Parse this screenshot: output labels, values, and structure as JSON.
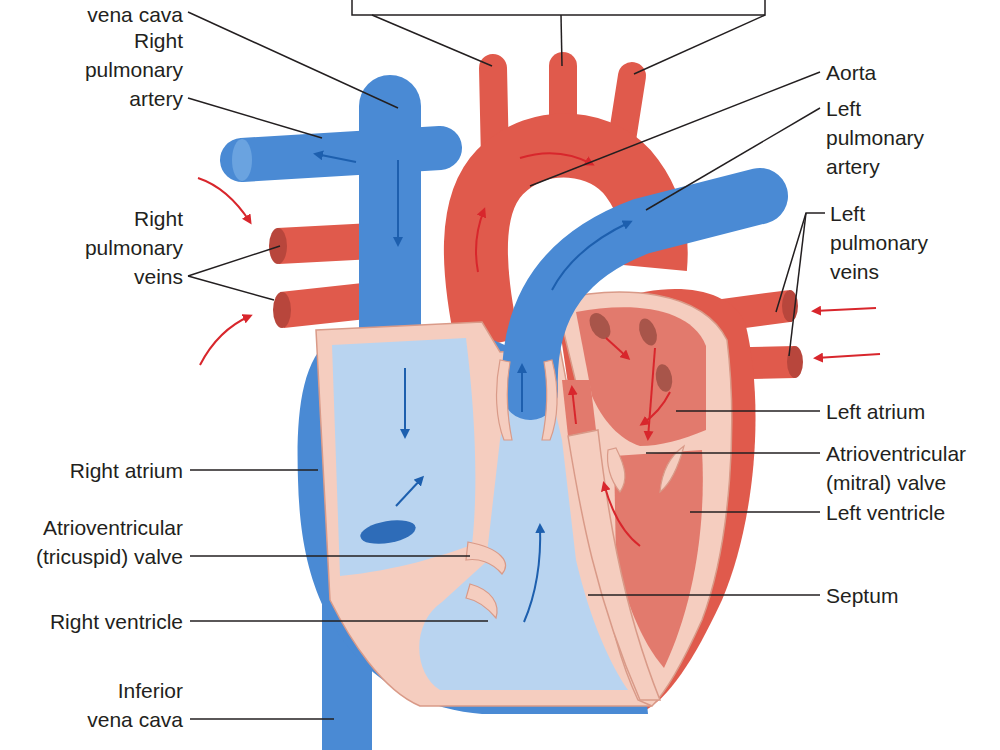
{
  "diagram": {
    "labels": [
      "vena cava",
      "Right pulmonary artery",
      "Right pulmonary veins",
      "Right atrium",
      "Atrioventricular (tricuspid) valve",
      "Right ventricle",
      "Inferior vena cava",
      "Aorta",
      "Left pulmonary artery",
      "Left pulmonary veins",
      "Left atrium",
      "Atrioventricular (mitral) valve",
      "Left ventricle",
      "Septum"
    ]
  }
}
